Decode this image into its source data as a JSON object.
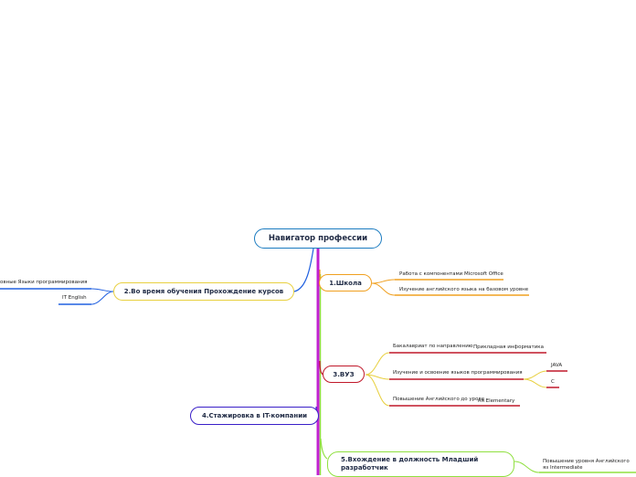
{
  "root": {
    "title": "Навигатор профессии"
  },
  "branches": [
    {
      "id": "school",
      "label": "1.Школа",
      "color": "#f0a020",
      "children": [
        "Работа с компонентами Microsoft Office",
        "Изучение английского языка на базовом уровне"
      ]
    },
    {
      "id": "courses",
      "label": "2.Во время обучения Прохождение курсов",
      "color": "#e8d040",
      "children": [
        "овные Языки программирования",
        "IT English"
      ]
    },
    {
      "id": "university",
      "label": "3.ВУЗ",
      "color": "#c0182a",
      "children": [
        {
          "text": "Бакалавриат по направлению",
          "overlap": "Прикладная информатика"
        },
        {
          "text": "Изучение и освоение языков программирования",
          "sub": [
            "JAVA",
            "C"
          ]
        },
        {
          "text": "Повышение Английского до урове",
          "overlap": "ня Elementary"
        }
      ]
    },
    {
      "id": "internship",
      "label": "4.Стажировка в IT-компании",
      "color": "#3a20c8",
      "children": []
    },
    {
      "id": "junior",
      "label": "5.Вхождение в должность Младший разработчик",
      "color": "#90e040",
      "children": [
        "Повышение уровня Английского яз Intermediate"
      ]
    }
  ],
  "colors": {
    "root": "#1a7bc0",
    "spine": "#c020d0",
    "junior_line": "#90e040",
    "courses_line": "#2060e0"
  }
}
